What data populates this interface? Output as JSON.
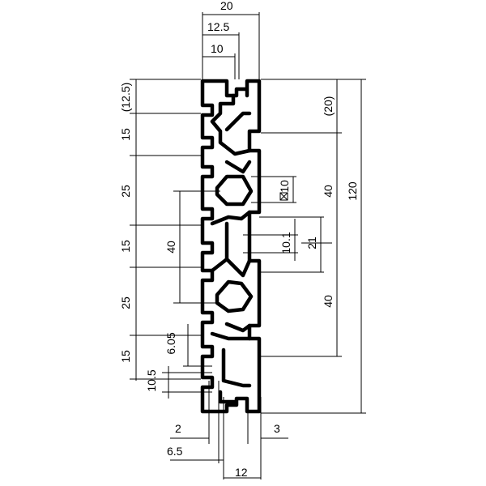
{
  "drawing": {
    "top": {
      "overall_width": "20",
      "slot_offset": "12.5",
      "slot_center": "10"
    },
    "left": [
      "(12.5)",
      "15",
      "25",
      "15",
      "25",
      "15"
    ],
    "left_inner": {
      "slot_spacing": "40",
      "slot_depth": "6.05",
      "slot_width": "10.5"
    },
    "right": {
      "offset": "(20)",
      "upper": "40",
      "lower": "40",
      "overall_height": "120",
      "bore": "10.1",
      "bore_pitch": "21",
      "square": "10"
    },
    "bottom": {
      "wall": "2",
      "slot_offset": "6.5",
      "slot_width": "12",
      "lip": "3"
    }
  }
}
